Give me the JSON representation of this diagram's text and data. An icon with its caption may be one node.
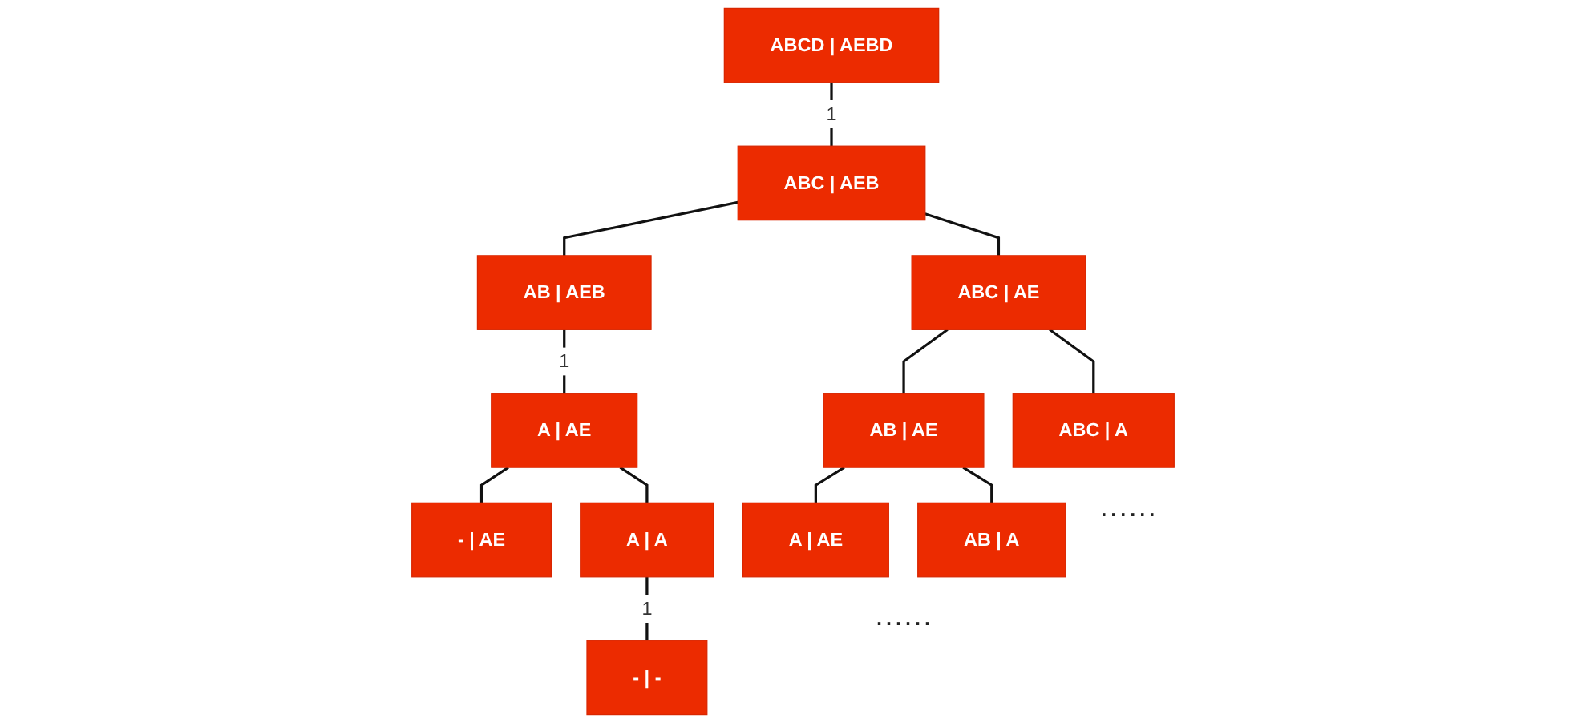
{
  "diagram": {
    "nodes": [
      {
        "text": [
          "ABCD | AEBD"
        ]
      },
      {
        "text": [
          "ABC | AEB"
        ]
      },
      {
        "text": [
          "AB | AEB"
        ]
      },
      {
        "text": [
          "ABC | AE"
        ]
      },
      {
        "text": [
          "A | AE"
        ]
      },
      {
        "text": [
          "AB | AE"
        ]
      },
      {
        "text": [
          "ABC | A"
        ]
      },
      {
        "text": [
          "- | AE"
        ]
      },
      {
        "text": [
          "A | A"
        ]
      },
      {
        "text": [
          "A | AE"
        ]
      },
      {
        "text": [
          "AB | A"
        ]
      },
      {
        "text": [
          "- | -"
        ]
      }
    ],
    "edges": [
      {
        "from": 0,
        "to": 1,
        "arrow": "none",
        "label": "1"
      },
      {
        "from": 1,
        "to": 2,
        "arrow": "none"
      },
      {
        "from": 1,
        "to": 3,
        "arrow": "none"
      },
      {
        "from": 2,
        "to": 4,
        "arrow": "none",
        "label": "1"
      },
      {
        "from": 3,
        "to": 5,
        "arrow": "none"
      },
      {
        "from": 3,
        "to": 6,
        "arrow": "none"
      },
      {
        "from": 4,
        "to": 7,
        "arrow": "none"
      },
      {
        "from": 4,
        "to": 8,
        "arrow": "none"
      },
      {
        "from": 5,
        "to": 9,
        "arrow": "none"
      },
      {
        "from": 5,
        "to": 10,
        "arrow": "none"
      },
      {
        "from": 8,
        "to": 11,
        "arrow": "none",
        "label": "1"
      }
    ],
    "labels": [
      "......",
      "......"
    ]
  }
}
